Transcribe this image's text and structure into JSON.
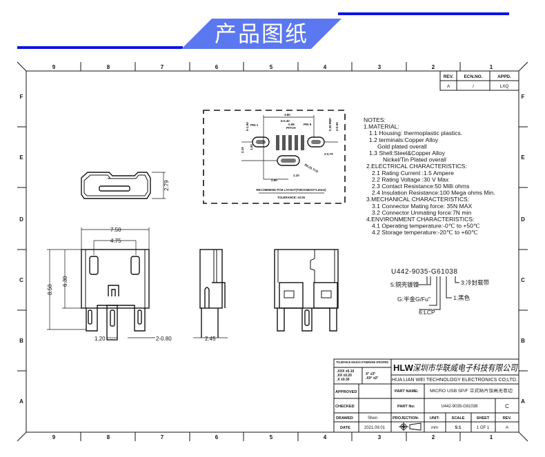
{
  "header": {
    "title": "产品图纸",
    "accent_color": "#0a14e6",
    "banner_color": "#5b78f0"
  },
  "frame": {
    "columns": [
      "9",
      "8",
      "7",
      "6",
      "5",
      "4",
      "3",
      "2",
      "1"
    ],
    "rows": [
      "F",
      "E",
      "D",
      "C",
      "B",
      "A"
    ]
  },
  "revision_table": {
    "headers": [
      "REV.",
      "ECN.NO.",
      "APPD."
    ],
    "values": [
      "A",
      "/",
      "LXQ"
    ]
  },
  "notes": [
    "NOTES:",
    "1.MATERIAL:",
    "  1.1 Housing: thermoplastic plastics.",
    "  1.2 terminals:Copper Alloy",
    "     Gold plated overall",
    "  1.3 Shell:Steel&Copper Alloy",
    "       Nickel/Tin Plated overall",
    " 2.ELECTRICAL CHARACTERISTICS:",
    "   2.1 Rating Current :1.5 Ampere",
    "   2.2 Rating Voltage :30 V Max",
    "   2.3 Contact Resistance:50 Milli ohms",
    "   2.4 Insulation Resistance:100 Mega ohms Min.",
    " 3.MECHANICAL CHARACTERISTICS:",
    "   3.1 Connector Mating force: 35N MAX",
    "   3.2 Connector Unmating force:7N min",
    " 4.ENVIRONMENT CHARACTERISTICS:",
    "   4.1 Operating temperature:-0℃ to +50℃",
    "   4.2 Storage temperature:-20℃ to +60℃"
  ],
  "pcb_layout": {
    "dims": [
      "3.80",
      "5-0.40",
      "0.65",
      "PITCH",
      "PIN 1",
      "PIN 5",
      "0.30 REF",
      "2-0.50",
      "5-1.50",
      "1.00",
      "2.15",
      "2-0.70",
      "R0.25 TYP",
      "1.10",
      "2.60"
    ],
    "caption": "RECOMMEND PCB LAYOUT(THICKNESS=1.6mm)",
    "tolerance": "TOLERANCE: ±0.05"
  },
  "views": {
    "top_height": "2.79",
    "width_overall": "7.50",
    "peg_spacing": "4.75",
    "height_overall": "8.50",
    "height_body": "6.30",
    "pin_width": "1.20",
    "peg_width": "2-0.80",
    "side_depth": "2.45"
  },
  "part_code": {
    "number": "U442-9035-G61038",
    "callouts": [
      "5:铜壳镀镍",
      "G:半金G/Fu\"",
      "6:LCP",
      "3:冷封载带",
      "1:黑色"
    ]
  },
  "title_block": {
    "tolerance_title": "TOLERANCE UNLESS OTHERWISE SPECIFIED",
    "tolerances": [
      ".XXX ±0.10",
      ".XX ±0.20",
      ".X ±0.30",
      "X° ±3°",
      ".X0° ±2°"
    ],
    "logo": "HLW",
    "company_cn": "深圳市华联威电子科技有限公司",
    "company_en": "HUA LIAN WEI TECHNOLOGY ELECTRONICS CO;LTD.",
    "approved_label": "APPROVED",
    "checked_label": "CHECKED",
    "drawed_label": "DRAWED",
    "drawed_value": "Shen",
    "date_label": "DATE",
    "date_value": "2021.09.01",
    "part_name_label": "PART NAME:",
    "part_name_value": "MICRO USB 5P/F 立式贴片加高无卷边",
    "part_no_label": "PART No:",
    "part_no_value": "U442-9035-G61038",
    "part_no_rev": "C",
    "projection_label": "PROJECTION:",
    "unit_label": "UNIT:",
    "unit_value": "mm",
    "scale_label": "SCALE",
    "scale_value": "5:1",
    "sheet_label": "SHEET",
    "sheet_value": "1 OF 1",
    "rev_label": "REV.",
    "rev_value": "A"
  }
}
